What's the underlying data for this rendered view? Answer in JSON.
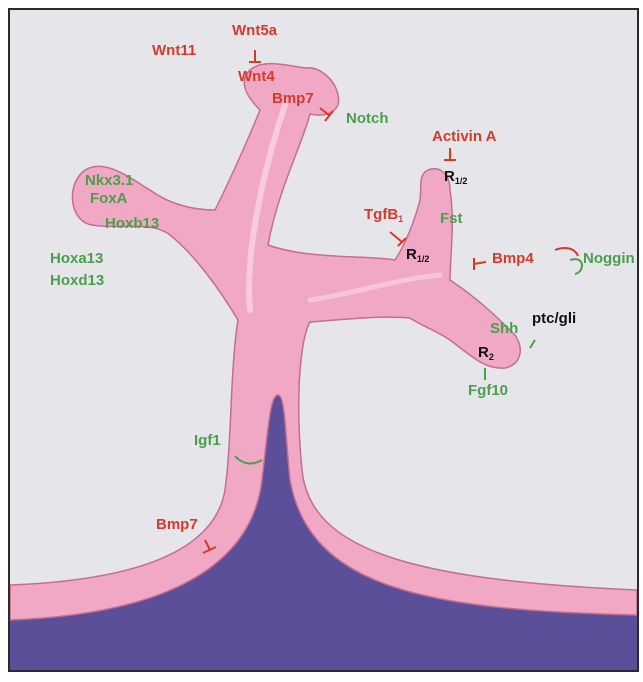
{
  "colors": {
    "background": "#e6e6ea",
    "duct": "#f0a8c4",
    "duct_edge": "#c46d92",
    "mesenchyme": "#5a4f98",
    "inhibitor": "#d63a2a",
    "activator": "#4aa04a"
  },
  "labels": {
    "wnt11": "Wnt11",
    "wnt5a": "Wnt5a",
    "wnt4": "Wnt4",
    "bmp7_top": "Bmp7",
    "notch": "Notch",
    "activin_a": "Activin A",
    "r_main": "R",
    "r_sub": "1/2",
    "tgfb": "TgfB",
    "tgfb_sub": "1",
    "r2_main": "R",
    "r2_sub": "1/2",
    "fst": "Fst",
    "bmp4": "Bmp4",
    "noggin": "Noggin",
    "nkx": "Nkx3.1",
    "foxa": "FoxA",
    "hoxb13": "Hoxb13",
    "hoxa13": "Hoxa13",
    "hoxd13": "Hoxd13",
    "ptc_gli": "ptc/gli",
    "shh": "Shh",
    "r3_main": "R",
    "r3_sub": "2",
    "fgf10": "Fgf10",
    "igf1": "Igf1",
    "bmp7_bottom": "Bmp7"
  }
}
